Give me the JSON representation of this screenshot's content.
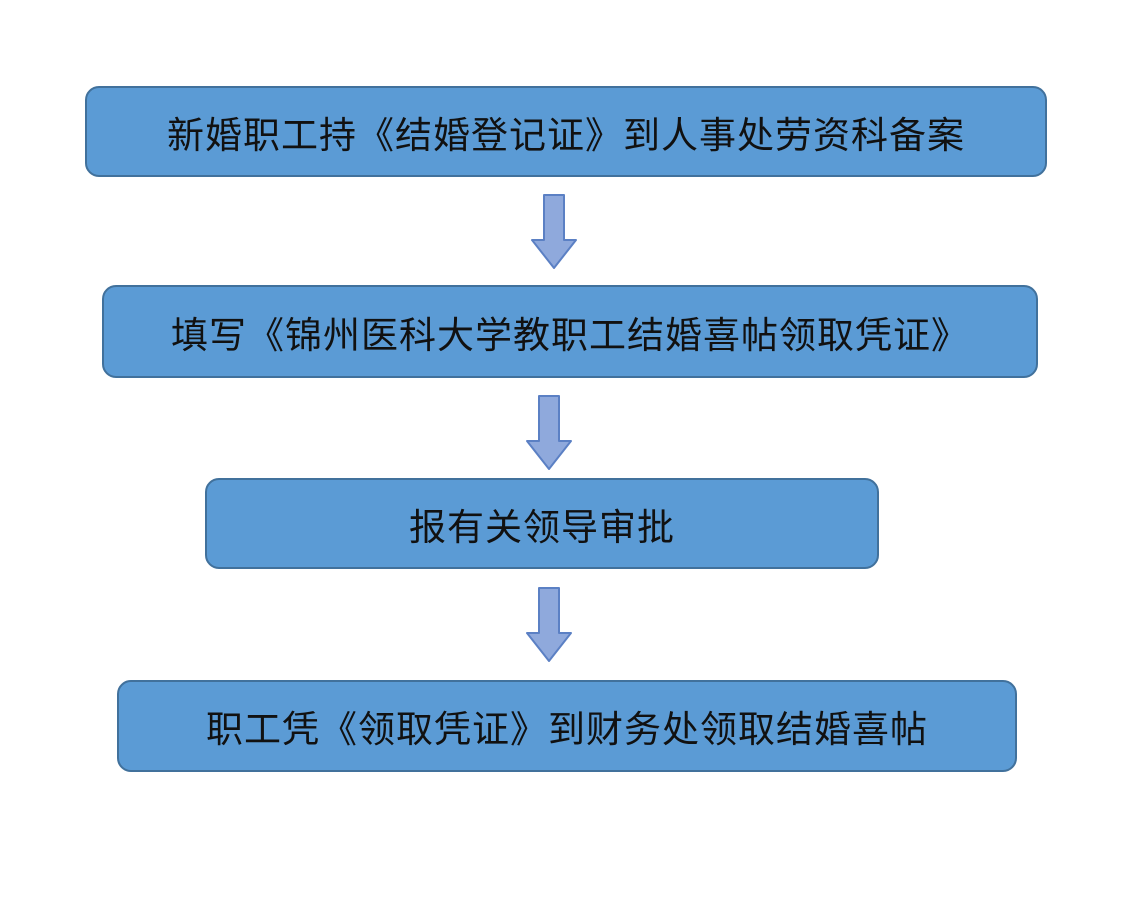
{
  "flowchart": {
    "steps": [
      {
        "label": "新婚职工持《结婚登记证》到人事处劳资科备案"
      },
      {
        "label": "填写《锦州医科大学教职工结婚喜帖领取凭证》"
      },
      {
        "label": "报有关领导审批"
      },
      {
        "label": "职工凭《领取凭证》到财务处领取结婚喜帖"
      }
    ],
    "colors": {
      "box_fill": "#5b9bd5",
      "box_border": "#41719c",
      "arrow_fill": "#8fa9dc",
      "arrow_stroke": "#5b80c4",
      "text": "#111111"
    }
  }
}
